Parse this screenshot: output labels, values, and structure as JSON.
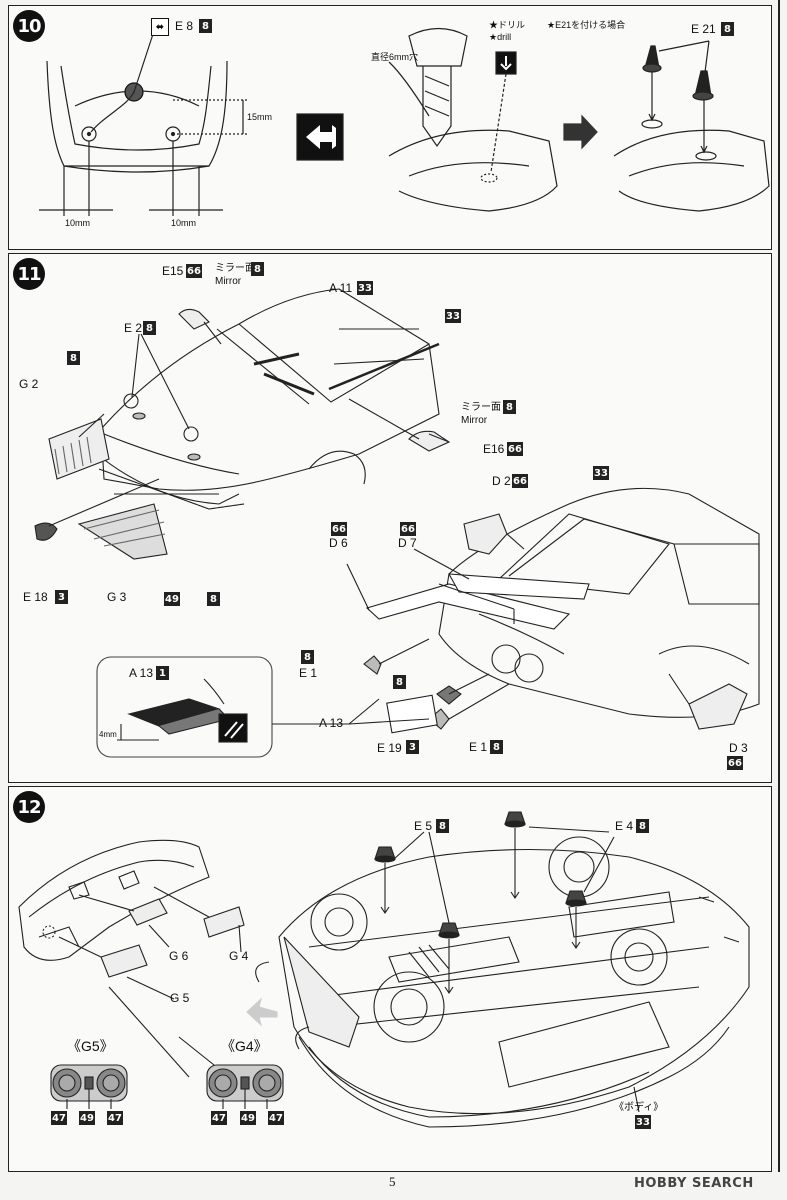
{
  "steps": {
    "s10": {
      "number": "10"
    },
    "s11": {
      "number": "11"
    },
    "s12": {
      "number": "12"
    }
  },
  "step10": {
    "part_e8": {
      "part": "E 8",
      "color": "8"
    },
    "dim_vertical": "15mm",
    "dim_left": "10mm",
    "dim_right": "10mm",
    "drill_jp": "★ドリル",
    "drill_en": "★drill",
    "note_e21": "★E21を付ける場合",
    "hole_label": "直径6mm穴",
    "part_e21": {
      "part": "E 21",
      "color": "8"
    }
  },
  "step11": {
    "e15": {
      "part": "E15",
      "color": "66"
    },
    "mirror_top": {
      "jp": "ミラー面",
      "en": "Mirror",
      "color": "8"
    },
    "a11": {
      "part": "A 11",
      "color": "33"
    },
    "e2": {
      "part": "E 2",
      "color": "8"
    },
    "g2": {
      "part": "G 2",
      "color": "8"
    },
    "stripe_color": "33",
    "mirror_right": {
      "jp": "ミラー面",
      "en": "Mirror",
      "color": "8"
    },
    "e16": {
      "part": "E16",
      "color": "66"
    },
    "d2": {
      "part": "D 2",
      "color": "66"
    },
    "roof_color": "33",
    "d6": {
      "part": "D 6",
      "color": "66"
    },
    "d7": {
      "part": "D 7",
      "color": "66"
    },
    "e18": {
      "part": "E 18",
      "color": "3"
    },
    "g3": {
      "part": "G 3",
      "color": "49"
    },
    "front_color": "8",
    "a13_inset": {
      "part": "A 13",
      "color": "1",
      "dim": "4mm"
    },
    "a13": {
      "part": "A 13"
    },
    "e1_left": {
      "part": "E 1",
      "color": "8"
    },
    "block_color": "8",
    "e19": {
      "part": "E 19",
      "color": "3"
    },
    "e1_right": {
      "part": "E 1",
      "color": "8"
    },
    "d3": {
      "part": "D 3",
      "color": "66"
    }
  },
  "step12": {
    "g6": "G 6",
    "g4": "G 4",
    "g5": "G 5",
    "e5": {
      "part": "E 5",
      "color": "8"
    },
    "e4": {
      "part": "E 4",
      "color": "8"
    },
    "g5_title": "《G5》",
    "g4_title": "《G4》",
    "g5_colors": [
      "47",
      "49",
      "47"
    ],
    "g4_colors": [
      "47",
      "49",
      "47"
    ],
    "body_label": "《ボディ》",
    "body_color": "33"
  },
  "footer": {
    "page": "5",
    "watermark": "HOBBY SEARCH"
  }
}
